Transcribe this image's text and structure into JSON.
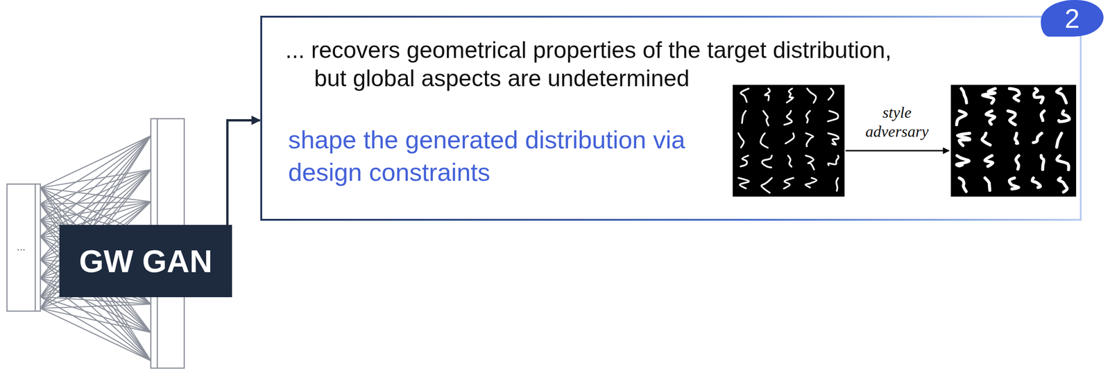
{
  "diagram": {
    "nodes": [
      {
        "text": [
          "GW GAN"
        ]
      },
      {
        "text": [
          "... recovers geometrical properties of the target distribution, but global aspects are undetermined",
          "shape the generated distribution via design constraints"
        ]
      },
      {
        "text": [
          "2"
        ],
        "in": 1
      }
    ],
    "edges": [
      {
        "from": 0,
        "to": 1,
        "arrow": "to"
      }
    ],
    "labels": [
      "...",
      "style adversary"
    ]
  }
}
